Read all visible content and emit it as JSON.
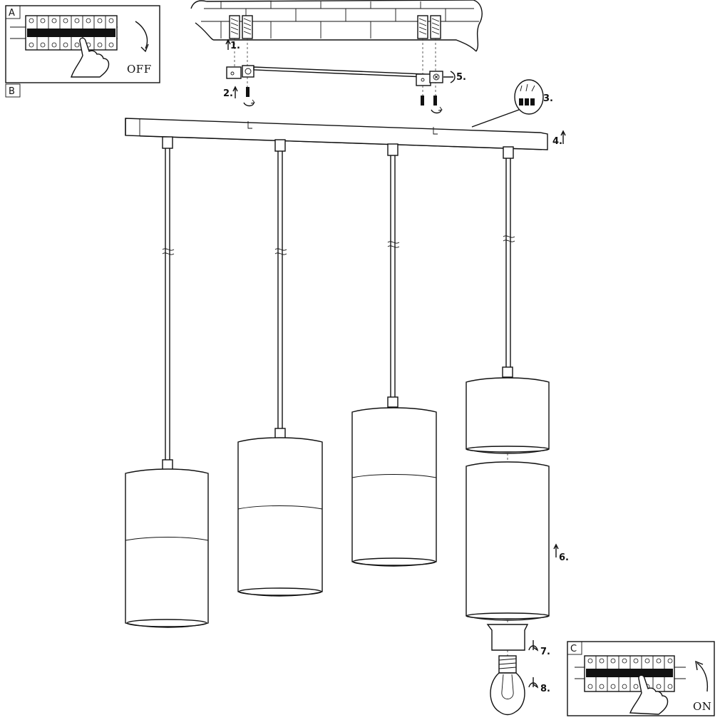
{
  "panels": {
    "a": {
      "tag": "A",
      "switch_label": "OFF"
    },
    "b": {
      "tag": "B"
    },
    "c": {
      "tag": "C",
      "switch_label": "ON"
    }
  },
  "steps": [
    "1.",
    "2.",
    "3.",
    "4.",
    "5.",
    "6.",
    "7.",
    "8."
  ],
  "colors": {
    "line": "#111111",
    "background": "#ffffff"
  }
}
